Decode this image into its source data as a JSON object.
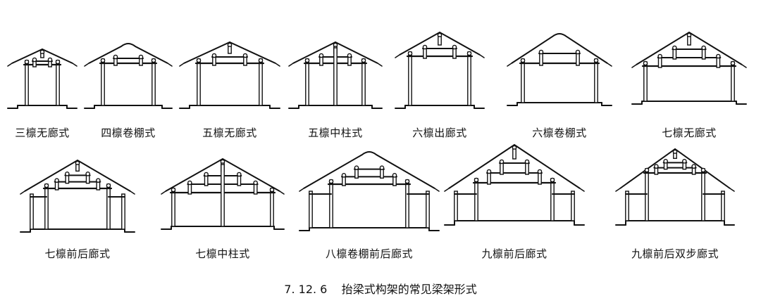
{
  "diagrams": [
    {
      "label": "三檩无廊式"
    },
    {
      "label": "四檩卷棚式"
    },
    {
      "label": "五檩无廊式"
    },
    {
      "label": "五檩中柱式"
    },
    {
      "label": "六檩出廊式"
    },
    {
      "label": "六檩卷棚式"
    },
    {
      "label": "七檩无廊式"
    },
    {
      "label": "七檩前后廊式"
    },
    {
      "label": "七檩中柱式"
    },
    {
      "label": "八檩卷棚前后廊式"
    },
    {
      "label": "九檩前后廊式"
    },
    {
      "label": "九檩前后双步廊式"
    }
  ],
  "caption": "7. 12. 6    抬梁式构架的常见梁架形式",
  "colors": {
    "ink": "#111111",
    "background": "#ffffff"
  }
}
